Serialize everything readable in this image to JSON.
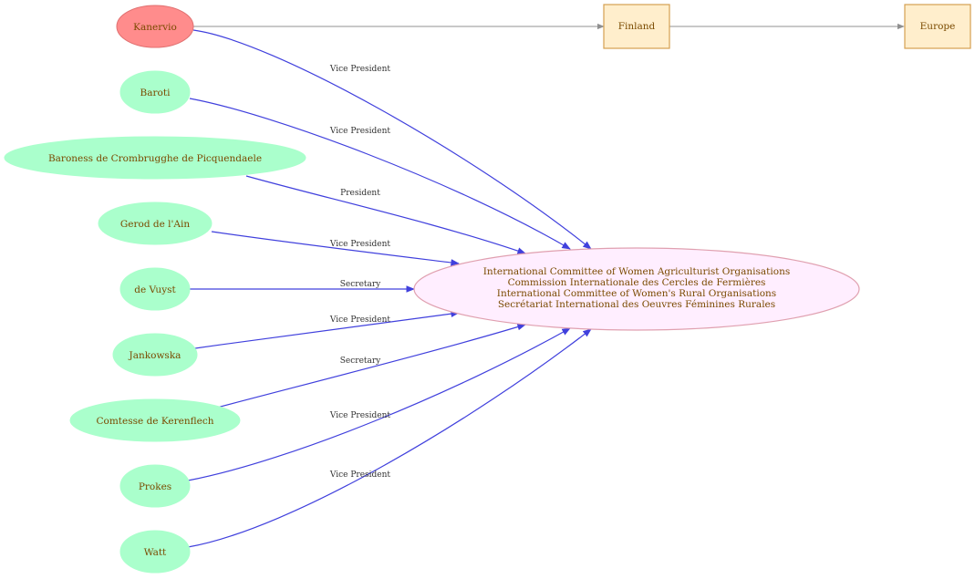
{
  "people": [
    {
      "id": "kanervio",
      "name": "Kanervio",
      "role": "Vice President",
      "highlight": true
    },
    {
      "id": "baroti",
      "name": "Baroti",
      "role": "Vice President"
    },
    {
      "id": "baroness",
      "name": "Baroness  de Crombrugghe de Picquendaele",
      "role": "President"
    },
    {
      "id": "gerod",
      "name": "Gerod  de l'Ain",
      "role": "Vice President"
    },
    {
      "id": "devuyst",
      "name": "de Vuyst",
      "role": "Secretary"
    },
    {
      "id": "jankowska",
      "name": "Jankowska",
      "role": "Vice President"
    },
    {
      "id": "kerenflech",
      "name": "Comtesse de Kerenflech",
      "role": "Secretary"
    },
    {
      "id": "prokes",
      "name": "Prokes",
      "role": "Vice President"
    },
    {
      "id": "watt",
      "name": "Watt",
      "role": "Vice President"
    }
  ],
  "organisation": {
    "names": [
      "International Committee of Women Agriculturist Organisations",
      "Commission Internationale des Cercles de Fermières",
      "International Committee of Women's Rural Organisations",
      "Secrétariat International des Oeuvres Féminines Rurales"
    ]
  },
  "location": {
    "country": "Finland",
    "region": "Europe"
  },
  "colors": {
    "person_fill": "#aaffcc",
    "highlight_fill": "#ff8c8c",
    "org_fill": "#ffeeff",
    "org_stroke": "#e0a0b0",
    "box_fill": "#ffeecc",
    "box_stroke": "#d4a050",
    "edge_blue": "#4040dd",
    "edge_gray": "#909090"
  }
}
